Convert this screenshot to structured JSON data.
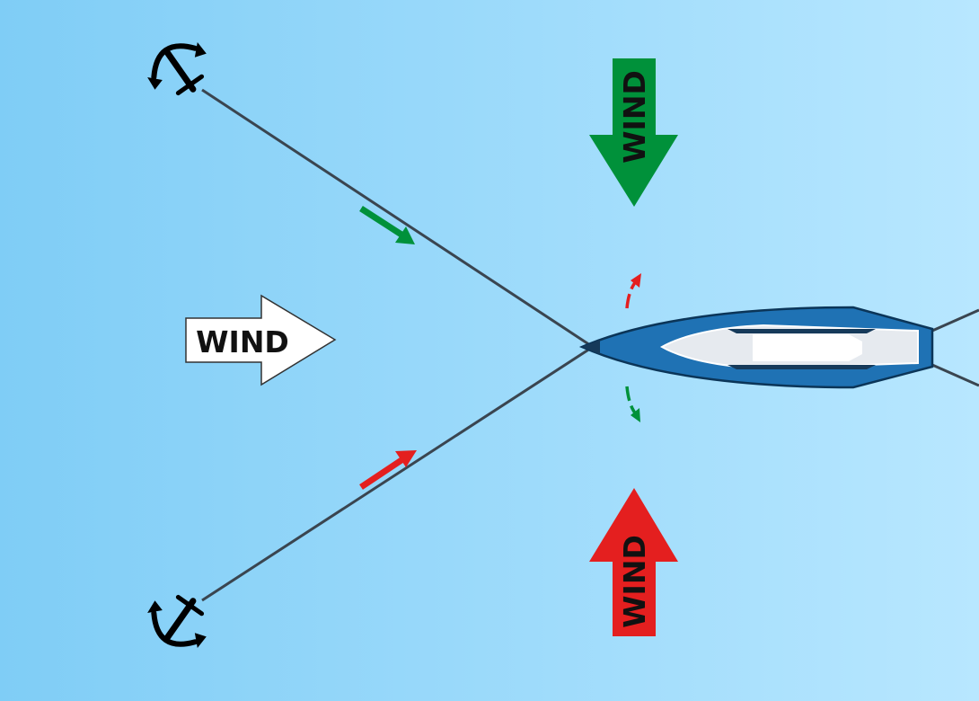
{
  "labels": {
    "wind_west": "WIND",
    "wind_north": "WIND",
    "wind_south": "WIND"
  },
  "colors": {
    "water_left": "#7fcdf6",
    "water_right": "#b8e7ff",
    "green": "#00913a",
    "red": "#e41f1f",
    "hull_blue": "#1f72b4",
    "hull_outline": "#0b3558",
    "rope": "#3a4550",
    "anchor": "#000000"
  },
  "icons": [
    "anchor-icon",
    "boat-icon",
    "wind-arrow-icon"
  ]
}
